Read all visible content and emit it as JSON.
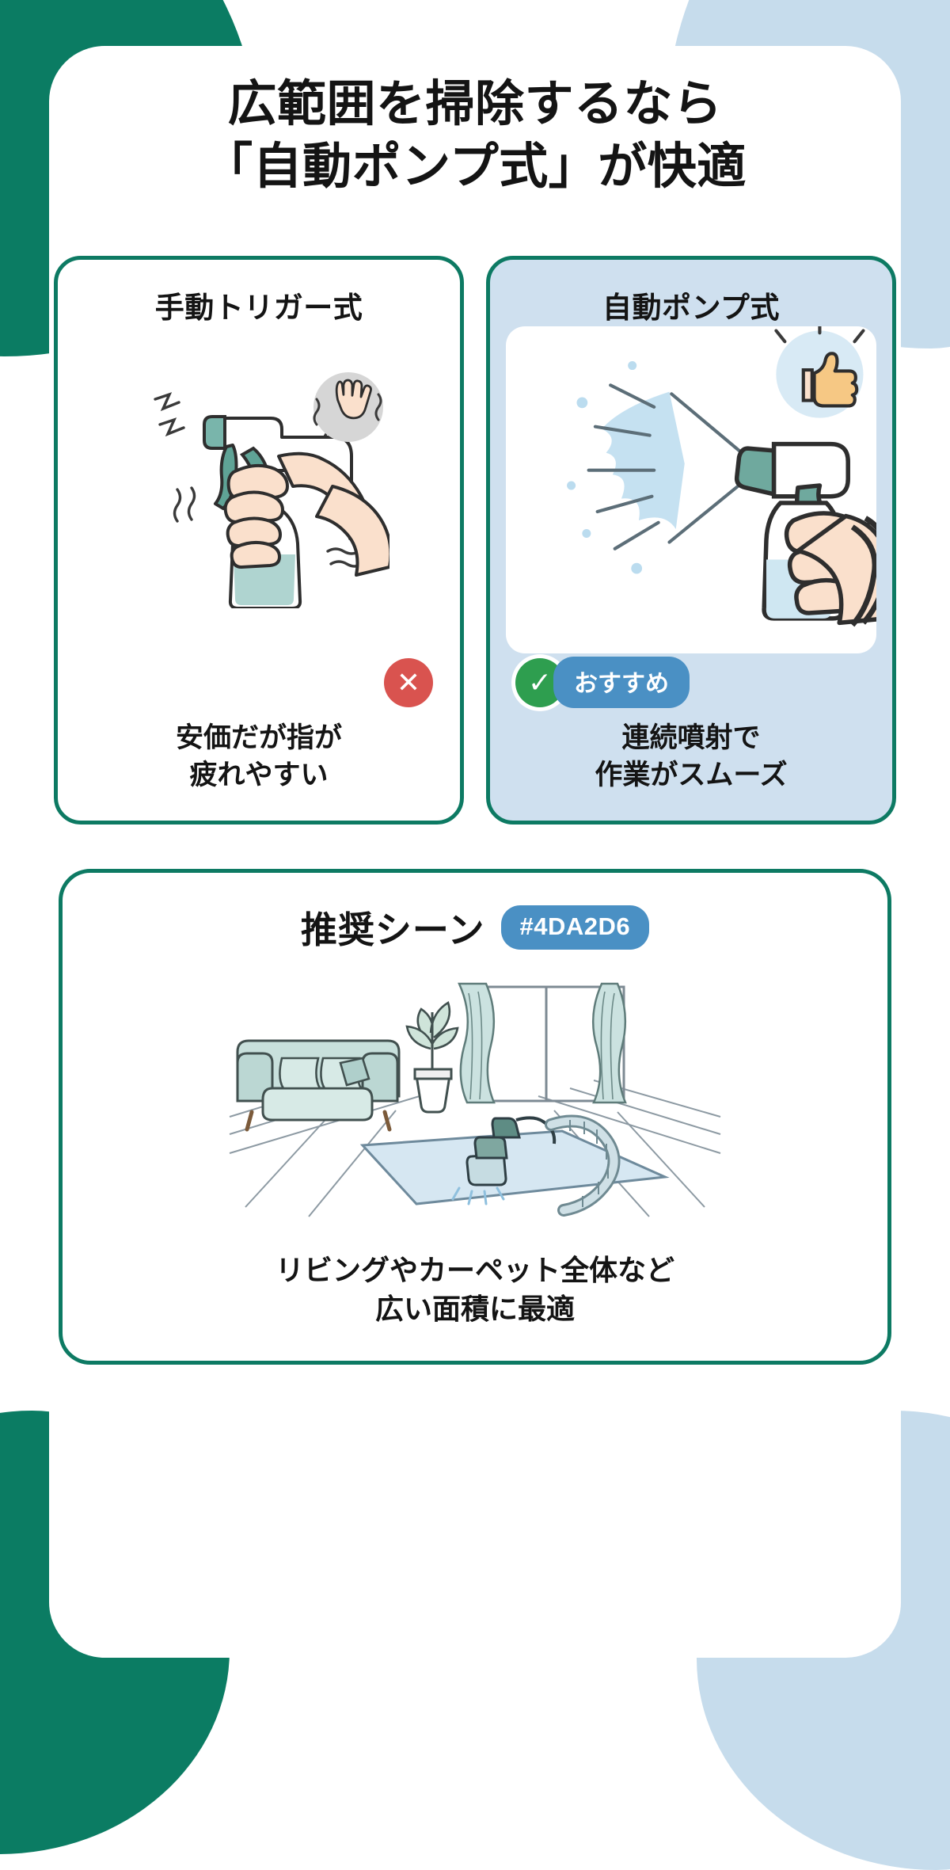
{
  "theme": {
    "green": "#0D7A63",
    "blue_panel": "#CFE0EF",
    "blue_badge": "#4A90C4",
    "red_badge": "#D9534F",
    "green_badge": "#2E9E4F",
    "blob_green": "#0B7C63",
    "blob_blue": "#C6DCEC",
    "text": "#141414"
  },
  "header": {
    "line1": "広範囲を掃除するなら",
    "line2": "「自動ポンプ式」が快適"
  },
  "compare": {
    "manual": {
      "title": "手動トリガー式",
      "illustration": "hand-squeezing-trigger-spray-bottle",
      "status_icon": "cross-icon",
      "status_symbol": "✕",
      "caption_line1": "安価だが指が",
      "caption_line2": "疲れやすい"
    },
    "auto": {
      "title": "自動ポンプ式",
      "illustration": "hand-holding-pump-sprayer-with-hose",
      "status_icon": "check-icon",
      "status_symbol": "✓",
      "recommend_label": "おすすめ",
      "caption_line1": "連続噴射で",
      "caption_line2": "作業がスムーズ"
    }
  },
  "scene": {
    "title": "推奨シーン",
    "hashtag": "#4DA2D6",
    "illustration": "living-room-sofa-plant-curtain-carpet-cleaner",
    "caption_line1": "リビングやカーペット全体など",
    "caption_line2": "広い面積に最適"
  }
}
